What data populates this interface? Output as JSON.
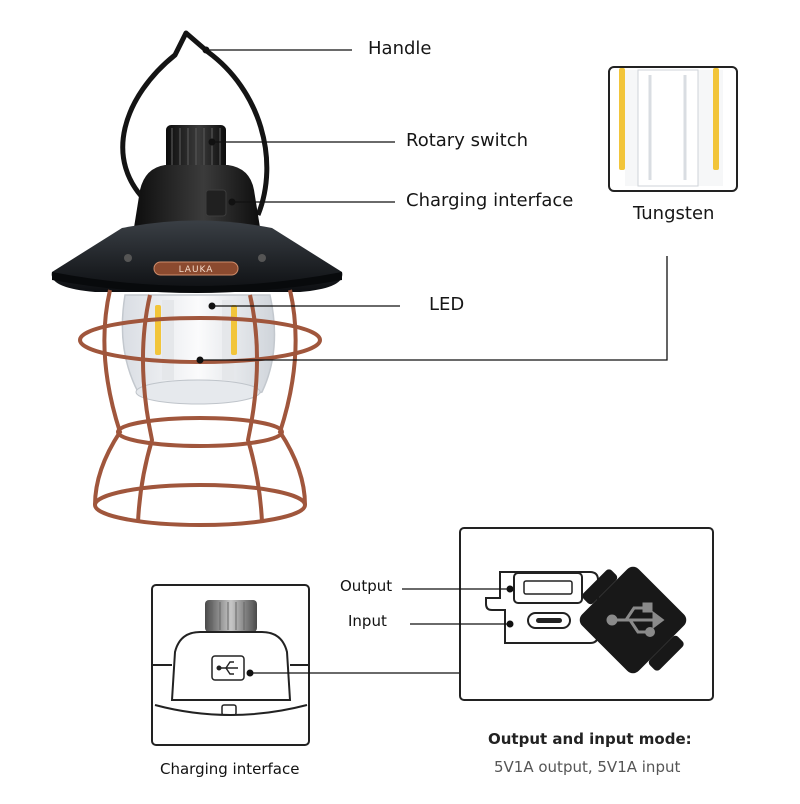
{
  "callouts": {
    "handle": "Handle",
    "rotary_switch": "Rotary switch",
    "charging_interface": "Charging interface",
    "led": "LED",
    "tungsten": "Tungsten"
  },
  "brand": "LAUKA",
  "detail": {
    "charging_interface_caption": "Charging interface",
    "output": "Output",
    "input": "Input",
    "mode_title": "Output and input mode:",
    "mode_text": "5V1A output, 5V1A input"
  },
  "colors": {
    "lamp_black": "#161616",
    "copper": "#a0563c",
    "filament": "#f2c53a",
    "line": "#111111"
  },
  "icons": [
    "usb-icon",
    "usb-icon"
  ]
}
